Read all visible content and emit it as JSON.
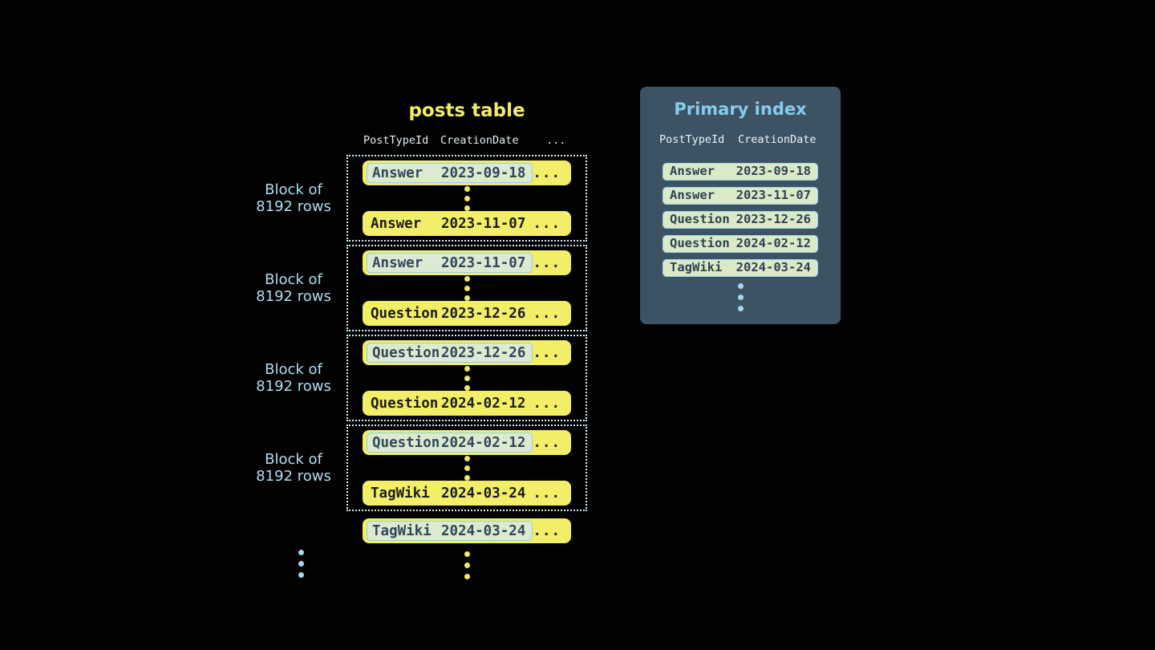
{
  "posts_table": {
    "title": "posts table",
    "headers": {
      "col1": "PostTypeId",
      "col2": "CreationDate",
      "col3": "..."
    },
    "block_label_line1": "Block of",
    "block_label_line2": "8192 rows",
    "ellipsis": "...",
    "blocks": [
      {
        "first": {
          "type": "Answer",
          "date": "2023-09-18"
        },
        "last": {
          "type": "Answer",
          "date": "2023-11-07"
        }
      },
      {
        "first": {
          "type": "Answer",
          "date": "2023-11-07"
        },
        "last": {
          "type": "Question",
          "date": "2023-12-26"
        }
      },
      {
        "first": {
          "type": "Question",
          "date": "2023-12-26"
        },
        "last": {
          "type": "Question",
          "date": "2024-02-12"
        }
      },
      {
        "first": {
          "type": "Question",
          "date": "2024-02-12"
        },
        "last": {
          "type": "TagWiki",
          "date": "2024-03-24"
        }
      }
    ],
    "overflow_row": {
      "type": "TagWiki",
      "date": "2024-03-24"
    }
  },
  "primary_index": {
    "title": "Primary index",
    "headers": {
      "col1": "PostTypeId",
      "col2": "CreationDate"
    },
    "rows": [
      {
        "type": "Answer",
        "date": "2023-09-18"
      },
      {
        "type": "Answer",
        "date": "2023-11-07"
      },
      {
        "type": "Question",
        "date": "2023-12-26"
      },
      {
        "type": "Question",
        "date": "2024-02-12"
      },
      {
        "type": "TagWiki",
        "date": "2024-03-24"
      }
    ]
  },
  "colors": {
    "background": "#020202",
    "row_yellow": "#f2ee68",
    "highlight_green_fill": "#dbead0",
    "highlight_blue_border": "#8fd0e8",
    "accent_light_blue": "#a5d8ef",
    "panel_background": "#3d5364",
    "panel_title_blue": "#87ccee",
    "dotted_border": "#d3ecf8",
    "dark_text": "#1d1d1d",
    "slate_text": "#33475c"
  }
}
